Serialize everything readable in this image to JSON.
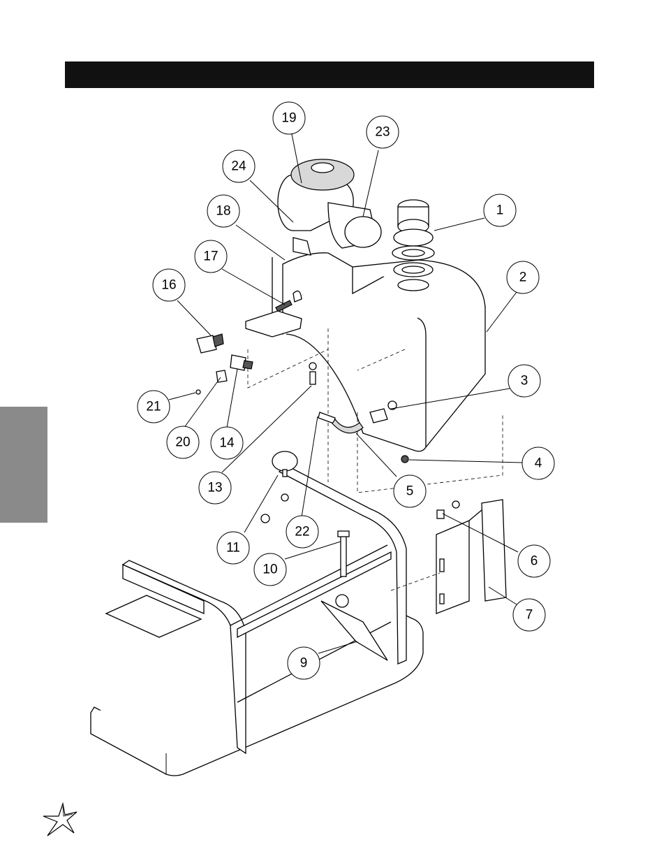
{
  "page": {
    "title_bar_text": "",
    "side_tab_text": ""
  },
  "callouts": [
    {
      "id": "c1",
      "label": "1"
    },
    {
      "id": "c2",
      "label": "2"
    },
    {
      "id": "c3",
      "label": "3"
    },
    {
      "id": "c4",
      "label": "4"
    },
    {
      "id": "c5",
      "label": "5"
    },
    {
      "id": "c6",
      "label": "6"
    },
    {
      "id": "c7",
      "label": "7"
    },
    {
      "id": "c9",
      "label": "9"
    },
    {
      "id": "c10",
      "label": "10"
    },
    {
      "id": "c11",
      "label": "11"
    },
    {
      "id": "c13",
      "label": "13"
    },
    {
      "id": "c14",
      "label": "14"
    },
    {
      "id": "c16",
      "label": "16"
    },
    {
      "id": "c17",
      "label": "17"
    },
    {
      "id": "c18",
      "label": "18"
    },
    {
      "id": "c19",
      "label": "19"
    },
    {
      "id": "c20",
      "label": "20"
    },
    {
      "id": "c21",
      "label": "21"
    },
    {
      "id": "c22",
      "label": "22"
    },
    {
      "id": "c23",
      "label": "23"
    },
    {
      "id": "c24",
      "label": "24"
    }
  ],
  "colors": {
    "title_bar": "#111111",
    "side_tab": "#8a8a8a",
    "line": "#000000"
  },
  "icons": {
    "brand_logo": "star-burst-logo-icon"
  }
}
